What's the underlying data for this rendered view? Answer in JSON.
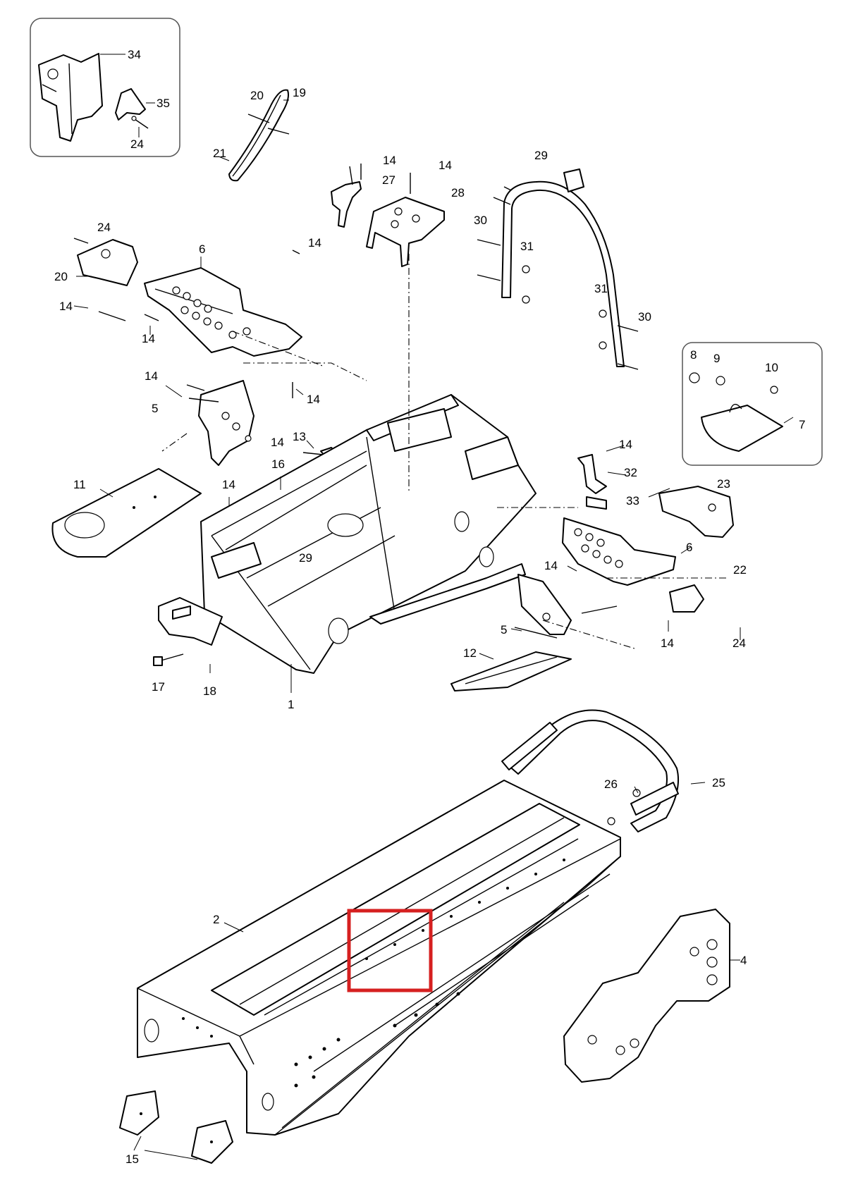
{
  "part_labels": [
    {
      "id": "lbl-34",
      "text": "34"
    },
    {
      "id": "lbl-35",
      "text": "35"
    },
    {
      "id": "lbl-24a",
      "text": "24"
    },
    {
      "id": "lbl-20a",
      "text": "20"
    },
    {
      "id": "lbl-19",
      "text": "19"
    },
    {
      "id": "lbl-21",
      "text": "21"
    },
    {
      "id": "lbl-14a",
      "text": "14"
    },
    {
      "id": "lbl-27",
      "text": "27"
    },
    {
      "id": "lbl-14b",
      "text": "14"
    },
    {
      "id": "lbl-28",
      "text": "28"
    },
    {
      "id": "lbl-29a",
      "text": "29"
    },
    {
      "id": "lbl-24b",
      "text": "24"
    },
    {
      "id": "lbl-6a",
      "text": "6"
    },
    {
      "id": "lbl-14c",
      "text": "14"
    },
    {
      "id": "lbl-20b",
      "text": "20"
    },
    {
      "id": "lbl-14d",
      "text": "14"
    },
    {
      "id": "lbl-14e",
      "text": "14"
    },
    {
      "id": "lbl-30a",
      "text": "30"
    },
    {
      "id": "lbl-31a",
      "text": "31"
    },
    {
      "id": "lbl-31b",
      "text": "31"
    },
    {
      "id": "lbl-30b",
      "text": "30"
    },
    {
      "id": "lbl-8",
      "text": "8"
    },
    {
      "id": "lbl-9",
      "text": "9"
    },
    {
      "id": "lbl-10",
      "text": "10"
    },
    {
      "id": "lbl-7",
      "text": "7"
    },
    {
      "id": "lbl-14f",
      "text": "14"
    },
    {
      "id": "lbl-14g",
      "text": "14"
    },
    {
      "id": "lbl-5a",
      "text": "5"
    },
    {
      "id": "lbl-14h",
      "text": "14"
    },
    {
      "id": "lbl-13",
      "text": "13"
    },
    {
      "id": "lbl-14i",
      "text": "14"
    },
    {
      "id": "lbl-16",
      "text": "16"
    },
    {
      "id": "lbl-32",
      "text": "32"
    },
    {
      "id": "lbl-23",
      "text": "23"
    },
    {
      "id": "lbl-11",
      "text": "11"
    },
    {
      "id": "lbl-14j",
      "text": "14"
    },
    {
      "id": "lbl-33",
      "text": "33"
    },
    {
      "id": "lbl-29b",
      "text": "29"
    },
    {
      "id": "lbl-6b",
      "text": "6"
    },
    {
      "id": "lbl-14k",
      "text": "14"
    },
    {
      "id": "lbl-22",
      "text": "22"
    },
    {
      "id": "lbl-5b",
      "text": "5"
    },
    {
      "id": "lbl-14l",
      "text": "14"
    },
    {
      "id": "lbl-24c",
      "text": "24"
    },
    {
      "id": "lbl-12",
      "text": "12"
    },
    {
      "id": "lbl-17",
      "text": "17"
    },
    {
      "id": "lbl-18",
      "text": "18"
    },
    {
      "id": "lbl-1",
      "text": "1"
    },
    {
      "id": "lbl-26",
      "text": "26"
    },
    {
      "id": "lbl-25",
      "text": "25"
    },
    {
      "id": "lbl-2",
      "text": "2"
    },
    {
      "id": "lbl-4",
      "text": "4"
    },
    {
      "id": "lbl-15",
      "text": "15"
    }
  ],
  "colors": {
    "line": "#000000",
    "background": "#ffffff",
    "inset_border": "#555555",
    "highlight": "#d62020"
  }
}
